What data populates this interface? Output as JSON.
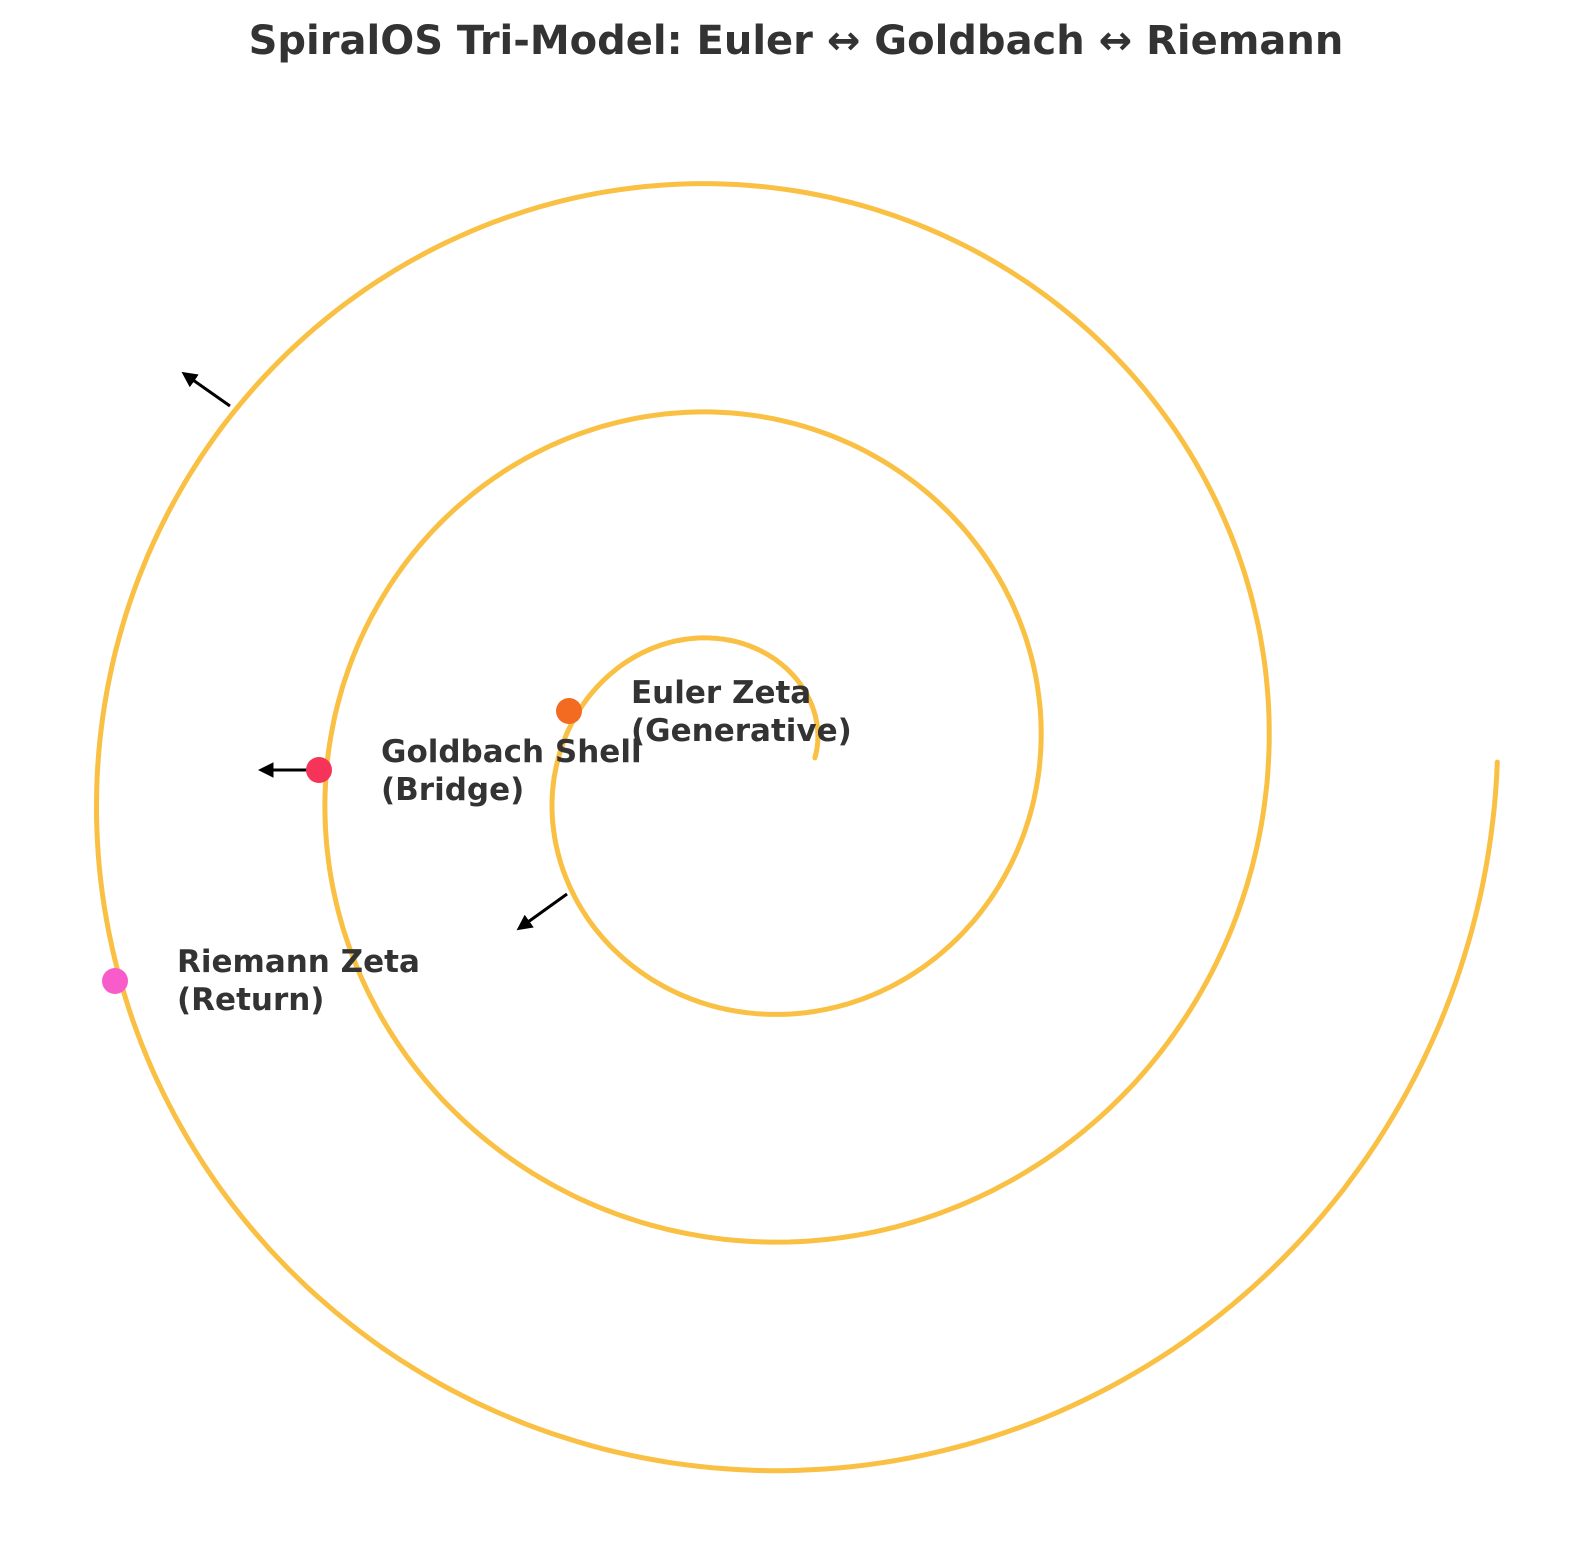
{
  "title": "SpiralOS Tri-Model: Euler ↔ Goldbach ↔ Riemann",
  "spiral": {
    "color": "#F9C043"
  },
  "arrows": {
    "color": "#000000",
    "count": 3
  },
  "nodes": [
    {
      "id": "euler",
      "line1": "Euler Zeta",
      "line2": "(Generative)",
      "color": "#F26B21"
    },
    {
      "id": "goldbach",
      "line1": "Goldbach Shell",
      "line2": "(Bridge)",
      "color": "#F63358"
    },
    {
      "id": "riemann",
      "line1": "Riemann Zeta",
      "line2": "(Return)",
      "color": "#F85CCB"
    }
  ]
}
